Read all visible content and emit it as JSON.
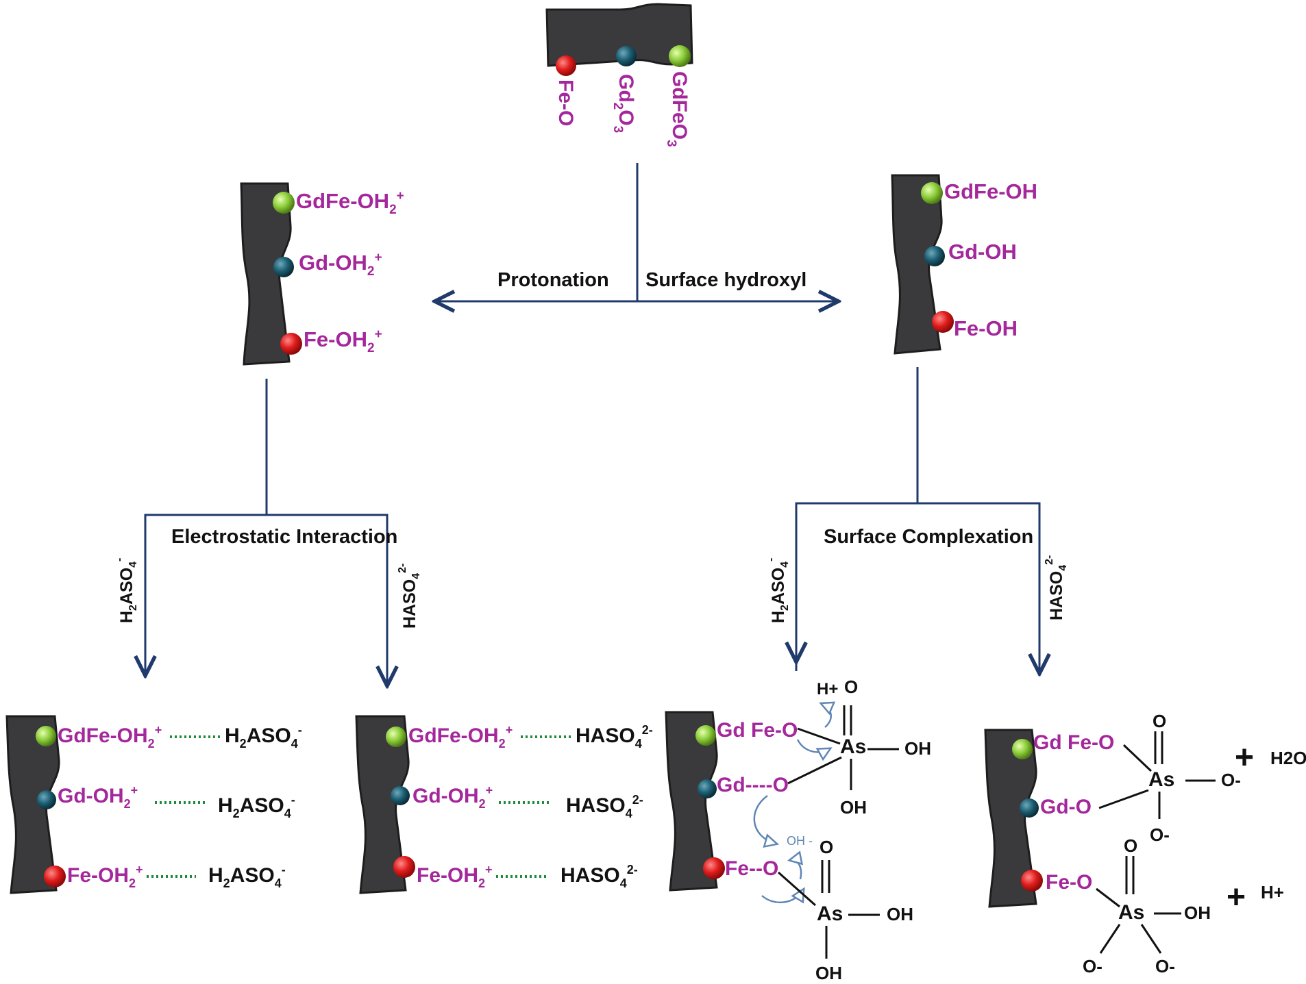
{
  "colors": {
    "surface": "#3a3a3c",
    "fe_sphere": "#e01b1b",
    "gd_sphere": "#1c5e73",
    "gdfe_sphere": "#8ccc3a",
    "site_label": "#a4279b",
    "flow_line": "#1f3a6b",
    "hbond_dots": "#1e8a3c",
    "electron_arrow": "#5f86b4"
  },
  "top": {
    "sites": [
      "Fe-O",
      "Gd2O3",
      "GdFeO3"
    ],
    "sites_rich": {
      "fe": "Fe-O",
      "gd_main": "Gd",
      "gd_sub1": "2",
      "gd_mid": "O",
      "gd_sub2": "3",
      "gdfe_main": "GdFeO",
      "gdfe_sub": "3"
    }
  },
  "branches": {
    "left": "Protonation",
    "right": "Surface hydroxyl"
  },
  "protonated": {
    "gdfe": {
      "main": "GdFe-OH",
      "sub": "2",
      "sup": "+"
    },
    "gd": {
      "main": "Gd-OH",
      "sub": "2",
      "sup": "+"
    },
    "fe": {
      "main": "Fe-OH",
      "sub": "2",
      "sup": "+"
    }
  },
  "hydroxyl": {
    "gdfe": "GdFe-OH",
    "gd": "Gd-OH",
    "fe": "Fe-OH"
  },
  "mechanisms": {
    "left": "Electrostatic Interaction",
    "right": "Surface Complexation"
  },
  "species": {
    "h2aso4": {
      "a": "H",
      "sub": "2",
      "b": "ASO",
      "sub2": "4",
      "sup": "-"
    },
    "haso4": {
      "a": "HASO",
      "sub": "4",
      "sup": "2-"
    }
  },
  "complex1": {
    "gdfe_label": "Gd Fe-O",
    "gd_label": "Gd----O",
    "fe_label": "Fe--O",
    "h_plus": "H+",
    "oh_minus": "OH -",
    "as": "As",
    "o": "O",
    "oh": "OH"
  },
  "complex2": {
    "gdfe_label": "Gd Fe-O",
    "gd_label": "Gd-O",
    "fe_label": "Fe-O",
    "as": "As",
    "o": "O",
    "o_minus": "O-",
    "oh": "OH",
    "plus": "+",
    "h2o": "H2O",
    "h_plus": "H+"
  }
}
